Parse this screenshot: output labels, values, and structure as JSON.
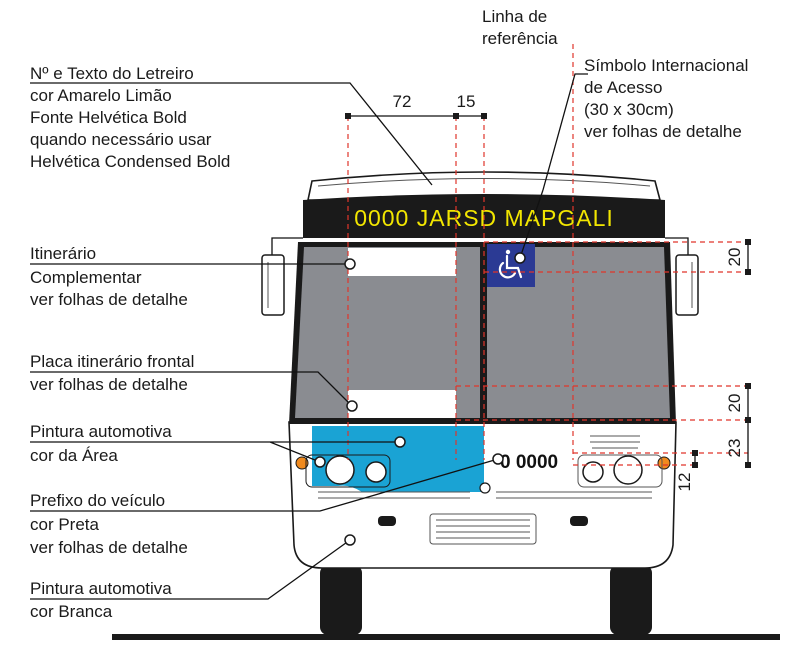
{
  "labels": {
    "reference_line_1": "Linha de",
    "reference_line_2": "referência",
    "sign_text_1": "Nº e Texto do Letreiro",
    "sign_text_2": "cor Amarelo Limão",
    "sign_text_3": "Fonte Helvética Bold",
    "sign_text_4": "quando necessário usar",
    "sign_text_5": "Helvética Condensed Bold",
    "access_symbol_1": "Símbolo Internacional",
    "access_symbol_2": "de Acesso",
    "access_symbol_3": "(30 x 30cm)",
    "access_symbol_4": "ver folhas de detalhe",
    "itinerary_1": "Itinerário",
    "itinerary_2": "Complementar",
    "itinerary_3": "ver folhas de detalhe",
    "front_plate_1": "Placa itinerário frontal",
    "front_plate_2": "ver folhas de detalhe",
    "paint_area_1": "Pintura automotiva",
    "paint_area_2": "cor da Área",
    "prefix_1": "Prefixo do veículo",
    "prefix_2": "cor Preta",
    "prefix_3": "ver folhas de detalhe",
    "paint_white_1": "Pintura automotiva",
    "paint_white_2": "cor Branca"
  },
  "dimensions": {
    "top_left": "72",
    "top_right": "15",
    "right_1": "20",
    "right_2": "20",
    "right_3": "23",
    "right_4": "12"
  },
  "bus": {
    "sign_text": "0000 JARSD MAPGALI",
    "prefix_text": "0 0000"
  },
  "colors": {
    "area_paint": "#1aa3d4",
    "sign_yellow": "#f2e600",
    "access_blue": "#2b3a94",
    "windshield": "#8a8c91",
    "dimension_red": "#e0352b",
    "indicator_orange": "#f08a1e"
  },
  "icons": {
    "access": "wheelchair-icon"
  }
}
